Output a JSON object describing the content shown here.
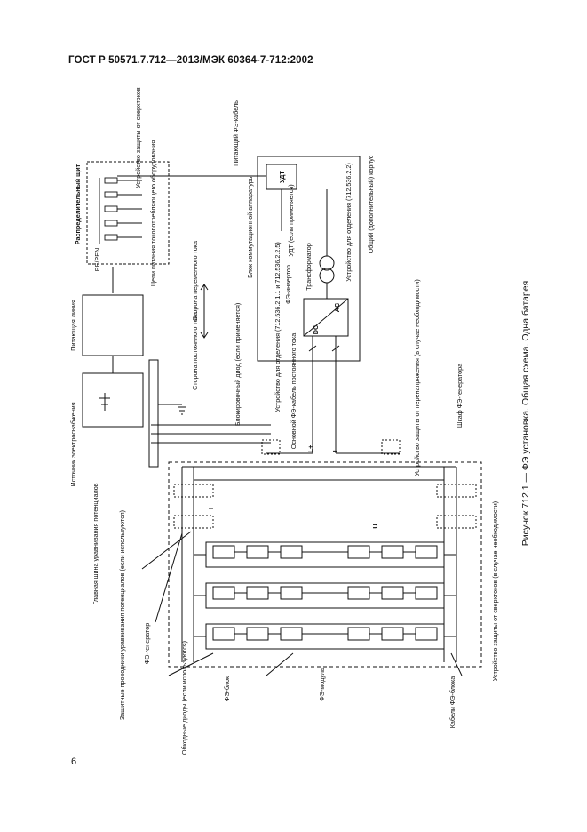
{
  "header": {
    "title": "ГОСТ Р 50571.7.712—2013/МЭК 60364-7-712:2002"
  },
  "page_number": "6",
  "caption": "Рисунок 712.1 — ФЭ установка. Общая схема. Одна батарея",
  "labels": {
    "distribution_board": "Распределительный щит",
    "supply_fe_cable": "Питающий ФЭ-кабель",
    "surge_protection_top": "Устройство защиты от сверхтоков",
    "consumer_circuits": "Цепи питания токопотребляющего оборудования",
    "pe_pen": "PE/PEN",
    "supply_line": "Питающая линия",
    "power_source": "Источник электроснабжения",
    "common_housing": "Общий (дополнительный) корпус",
    "switching_block": "Блок коммутационной аппаратуры",
    "rcd": "УДТ",
    "rcd_note": "УДТ (если применяется)",
    "disconnect_device": "Устройство для отделения (712.536.2.2)",
    "transformer": "Трансформатор",
    "fe_inverter": "ФЭ-инвертор",
    "dc": "DC",
    "ac": "AC",
    "separation_device_2": "Устройство для отделения (712.536.2.1.1 и 712.536.2.2.5)",
    "ac_side": "Сторона переменного тока",
    "dc_side": "Сторона постоянного тока",
    "blocking_diode": "Блокировочный диод (если применяется)",
    "main_dc_cable": "Основной ФЭ-кабель постоянного тока",
    "l_plus": "L+",
    "l_minus": "L-",
    "surge_arrester": "Устройство защиты от перенапряжения (в случае необходимости)",
    "generator_box": "Шкаф ФЭ-генератора",
    "main_bonding_bar": "Главная шина уравнивания потенциалов",
    "protective_bonding": "Защитные проводники уравнивания потенциалов (если используются)",
    "fe_generator": "ФЭ-генератор",
    "bypass_diodes": "Обходные диоды (если используются)",
    "fe_block": "ФЭ-блок",
    "fe_module": "ФЭ-модуль",
    "current_i": "I",
    "voltage_u": "U",
    "block_cables": "Кабели ФЭ-блока",
    "surge_protection_bottom": "Устройство защиты от сверхтоков (в случае необходимости)"
  }
}
